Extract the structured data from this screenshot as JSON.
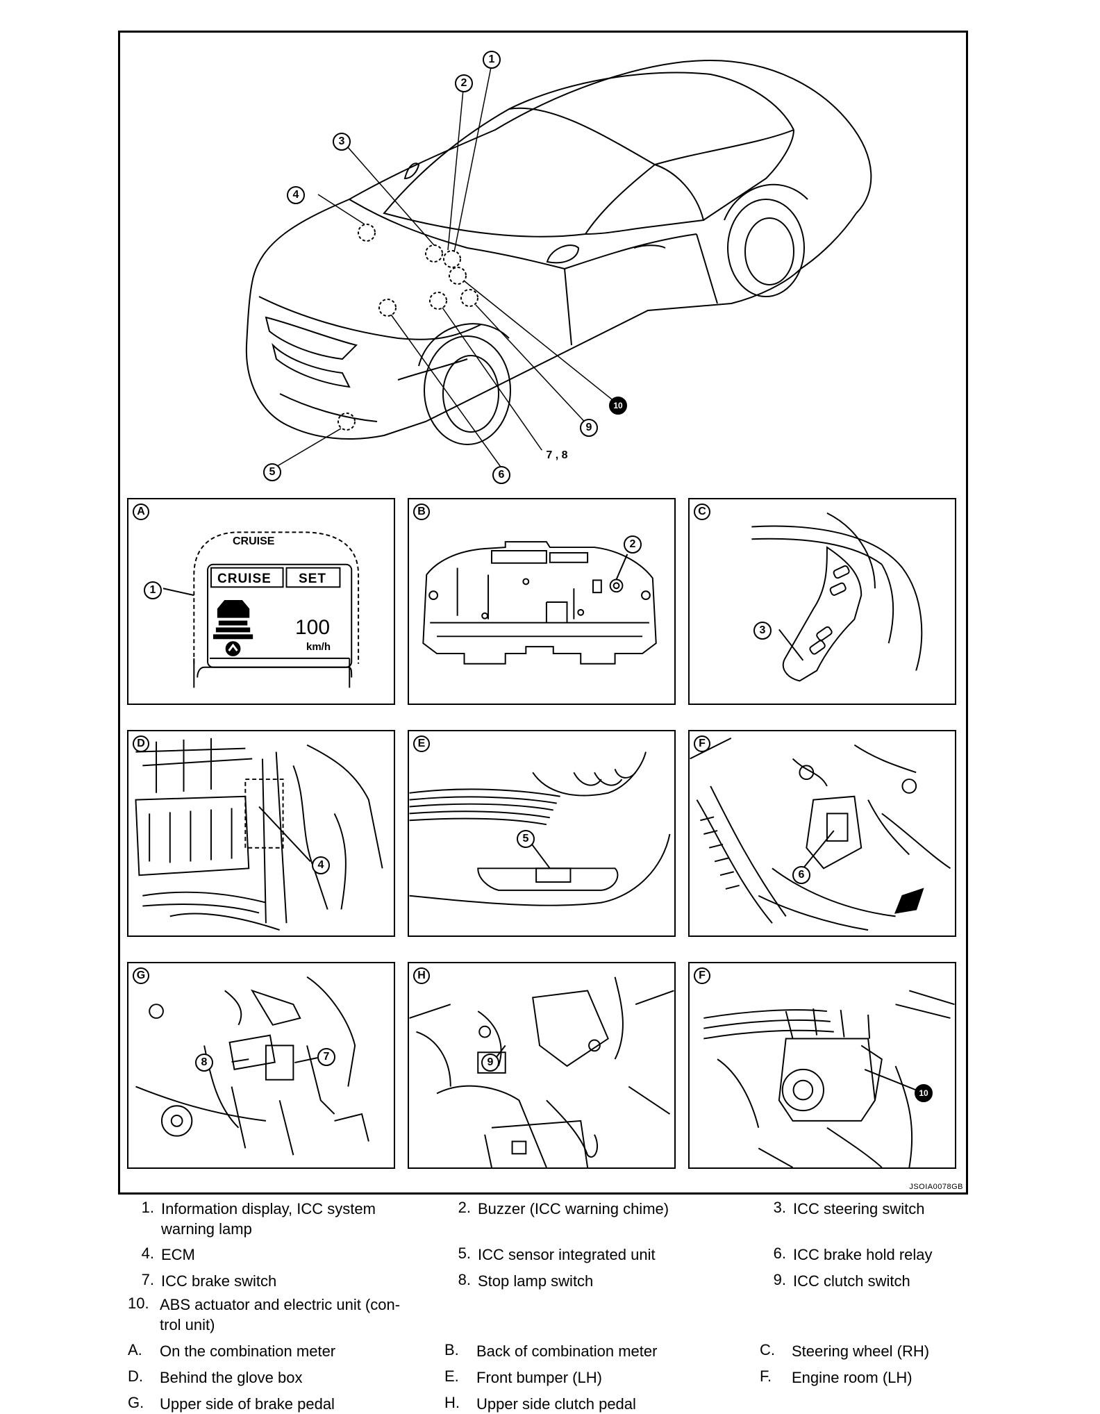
{
  "figure_id": "JSOIA0078GB",
  "callouts": {
    "c1": "1",
    "c2": "2",
    "c3": "3",
    "c4": "4",
    "c5": "5",
    "c6": "6",
    "c7": "7",
    "c8": "8",
    "c9": "9",
    "c10": "10",
    "c78": "7 , 8"
  },
  "panels": {
    "a": {
      "letter": "A",
      "cruise_top": "CRUISE",
      "cruise_box": "CRUISE",
      "set_box": "SET",
      "speed": "100",
      "unit": "km/h"
    },
    "b": {
      "letter": "B"
    },
    "c": {
      "letter": "C"
    },
    "d": {
      "letter": "D"
    },
    "e": {
      "letter": "E"
    },
    "f": {
      "letter": "F"
    },
    "g": {
      "letter": "G"
    },
    "h": {
      "letter": "H"
    },
    "f2": {
      "letter": "F"
    }
  },
  "legend": [
    {
      "num": "1.",
      "text": "Information display, ICC system",
      "text2": "warning lamp"
    },
    {
      "num": "2.",
      "text": "Buzzer (ICC warning chime)"
    },
    {
      "num": "3.",
      "text": "ICC steering switch"
    },
    {
      "num": "4.",
      "text": "ECM"
    },
    {
      "num": "5.",
      "text": "ICC sensor integrated unit"
    },
    {
      "num": "6.",
      "text": "ICC brake hold relay"
    },
    {
      "num": "7.",
      "text": "ICC brake switch"
    },
    {
      "num": "8.",
      "text": "Stop lamp switch"
    },
    {
      "num": "9.",
      "text": "ICC clutch switch"
    },
    {
      "num": "10.",
      "text": "ABS actuator and electric unit (con-",
      "text2": "trol unit)"
    },
    {
      "num": "A.",
      "text": "On the combination meter"
    },
    {
      "num": "B.",
      "text": "Back of combination meter"
    },
    {
      "num": "C.",
      "text": "Steering wheel (RH)"
    },
    {
      "num": "D.",
      "text": "Behind the glove box"
    },
    {
      "num": "E.",
      "text": "Front bumper (LH)"
    },
    {
      "num": "F.",
      "text": "Engine room (LH)"
    },
    {
      "num": "G.",
      "text": "Upper side of brake pedal"
    },
    {
      "num": "H.",
      "text": "Upper side clutch pedal"
    }
  ]
}
